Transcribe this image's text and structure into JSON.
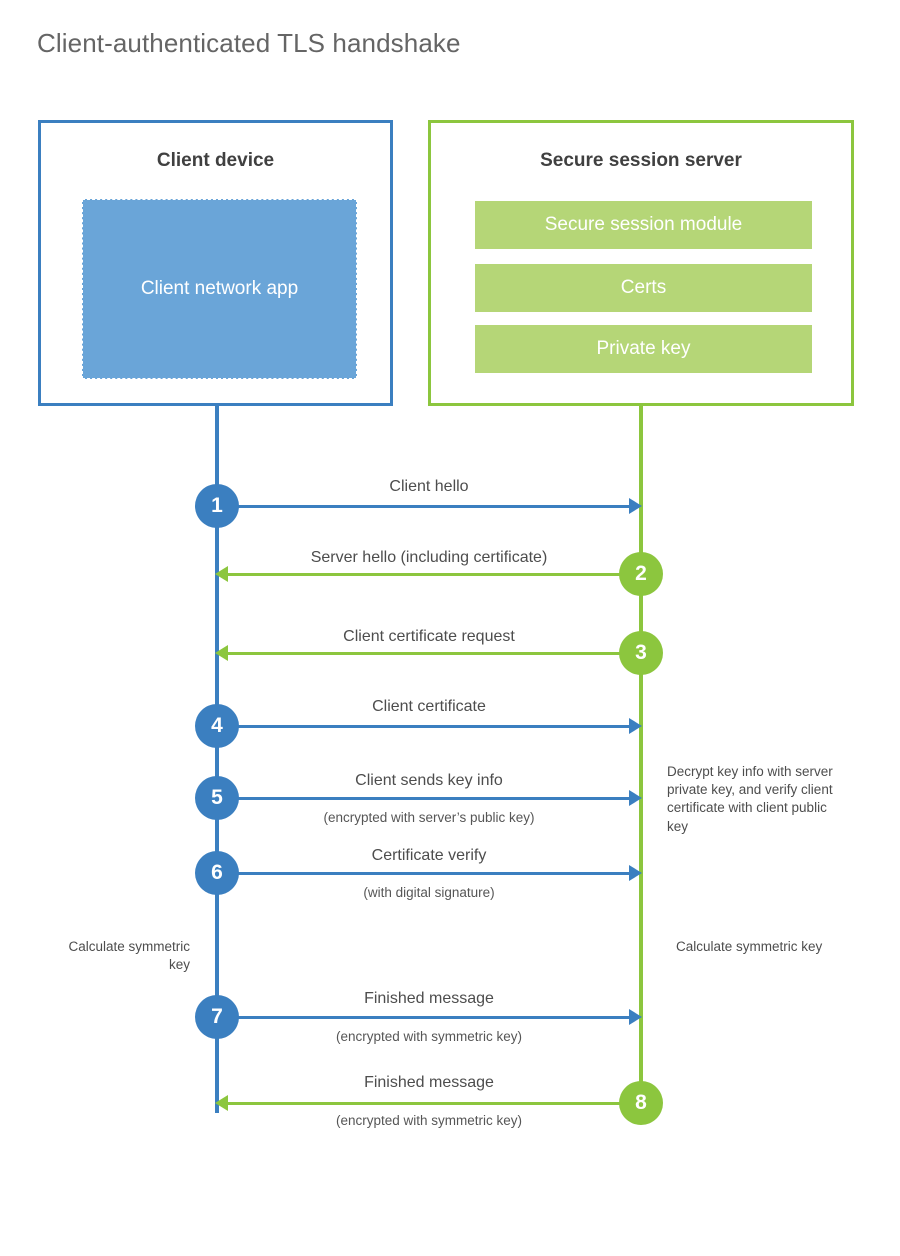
{
  "title": "Client-authenticated TLS handshake",
  "colors": {
    "client_blue": "#3b7fc0",
    "client_app_blue": "#6aa5d8",
    "server_green": "#8cc63e",
    "server_bar_green": "#b5d677",
    "title_gray": "#656565",
    "label_gray": "#4d4d4d",
    "background": "#ffffff"
  },
  "client": {
    "title": "Client device",
    "app_label": "Client network app"
  },
  "server": {
    "title": "Secure session server",
    "modules": [
      {
        "label": "Secure session module"
      },
      {
        "label": "Certs"
      },
      {
        "label": "Private key"
      }
    ]
  },
  "notes": {
    "server_decrypt": "Decrypt key info with server private key, and verify client certificate with client public key",
    "client_symmetric_key": "Calculate symmetric key",
    "server_symmetric_key": "Calculate symmetric key"
  },
  "chart_data": {
    "type": "diagram",
    "title": "Client-authenticated TLS handshake",
    "participants": [
      "Client device",
      "Secure session server"
    ],
    "steps": [
      {
        "number": "1",
        "label": "Client hello",
        "sublabel": "",
        "direction": "client-to-server",
        "origin": "client"
      },
      {
        "number": "2",
        "label": "Server hello (including certificate)",
        "sublabel": "",
        "direction": "server-to-client",
        "origin": "server"
      },
      {
        "number": "3",
        "label": "Client certificate request",
        "sublabel": "",
        "direction": "server-to-client",
        "origin": "server"
      },
      {
        "number": "4",
        "label": "Client certificate",
        "sublabel": "",
        "direction": "client-to-server",
        "origin": "client"
      },
      {
        "number": "5",
        "label": "Client sends key info",
        "sublabel": "(encrypted with server’s public key)",
        "direction": "client-to-server",
        "origin": "client"
      },
      {
        "number": "6",
        "label": "Certificate verify",
        "sublabel": "(with digital signature)",
        "direction": "client-to-server",
        "origin": "client"
      },
      {
        "number": "7",
        "label": "Finished message",
        "sublabel": "(encrypted with symmetric key)",
        "direction": "client-to-server",
        "origin": "client"
      },
      {
        "number": "8",
        "label": "Finished message",
        "sublabel": "(encrypted with symmetric key)",
        "direction": "server-to-client",
        "origin": "server"
      }
    ]
  }
}
